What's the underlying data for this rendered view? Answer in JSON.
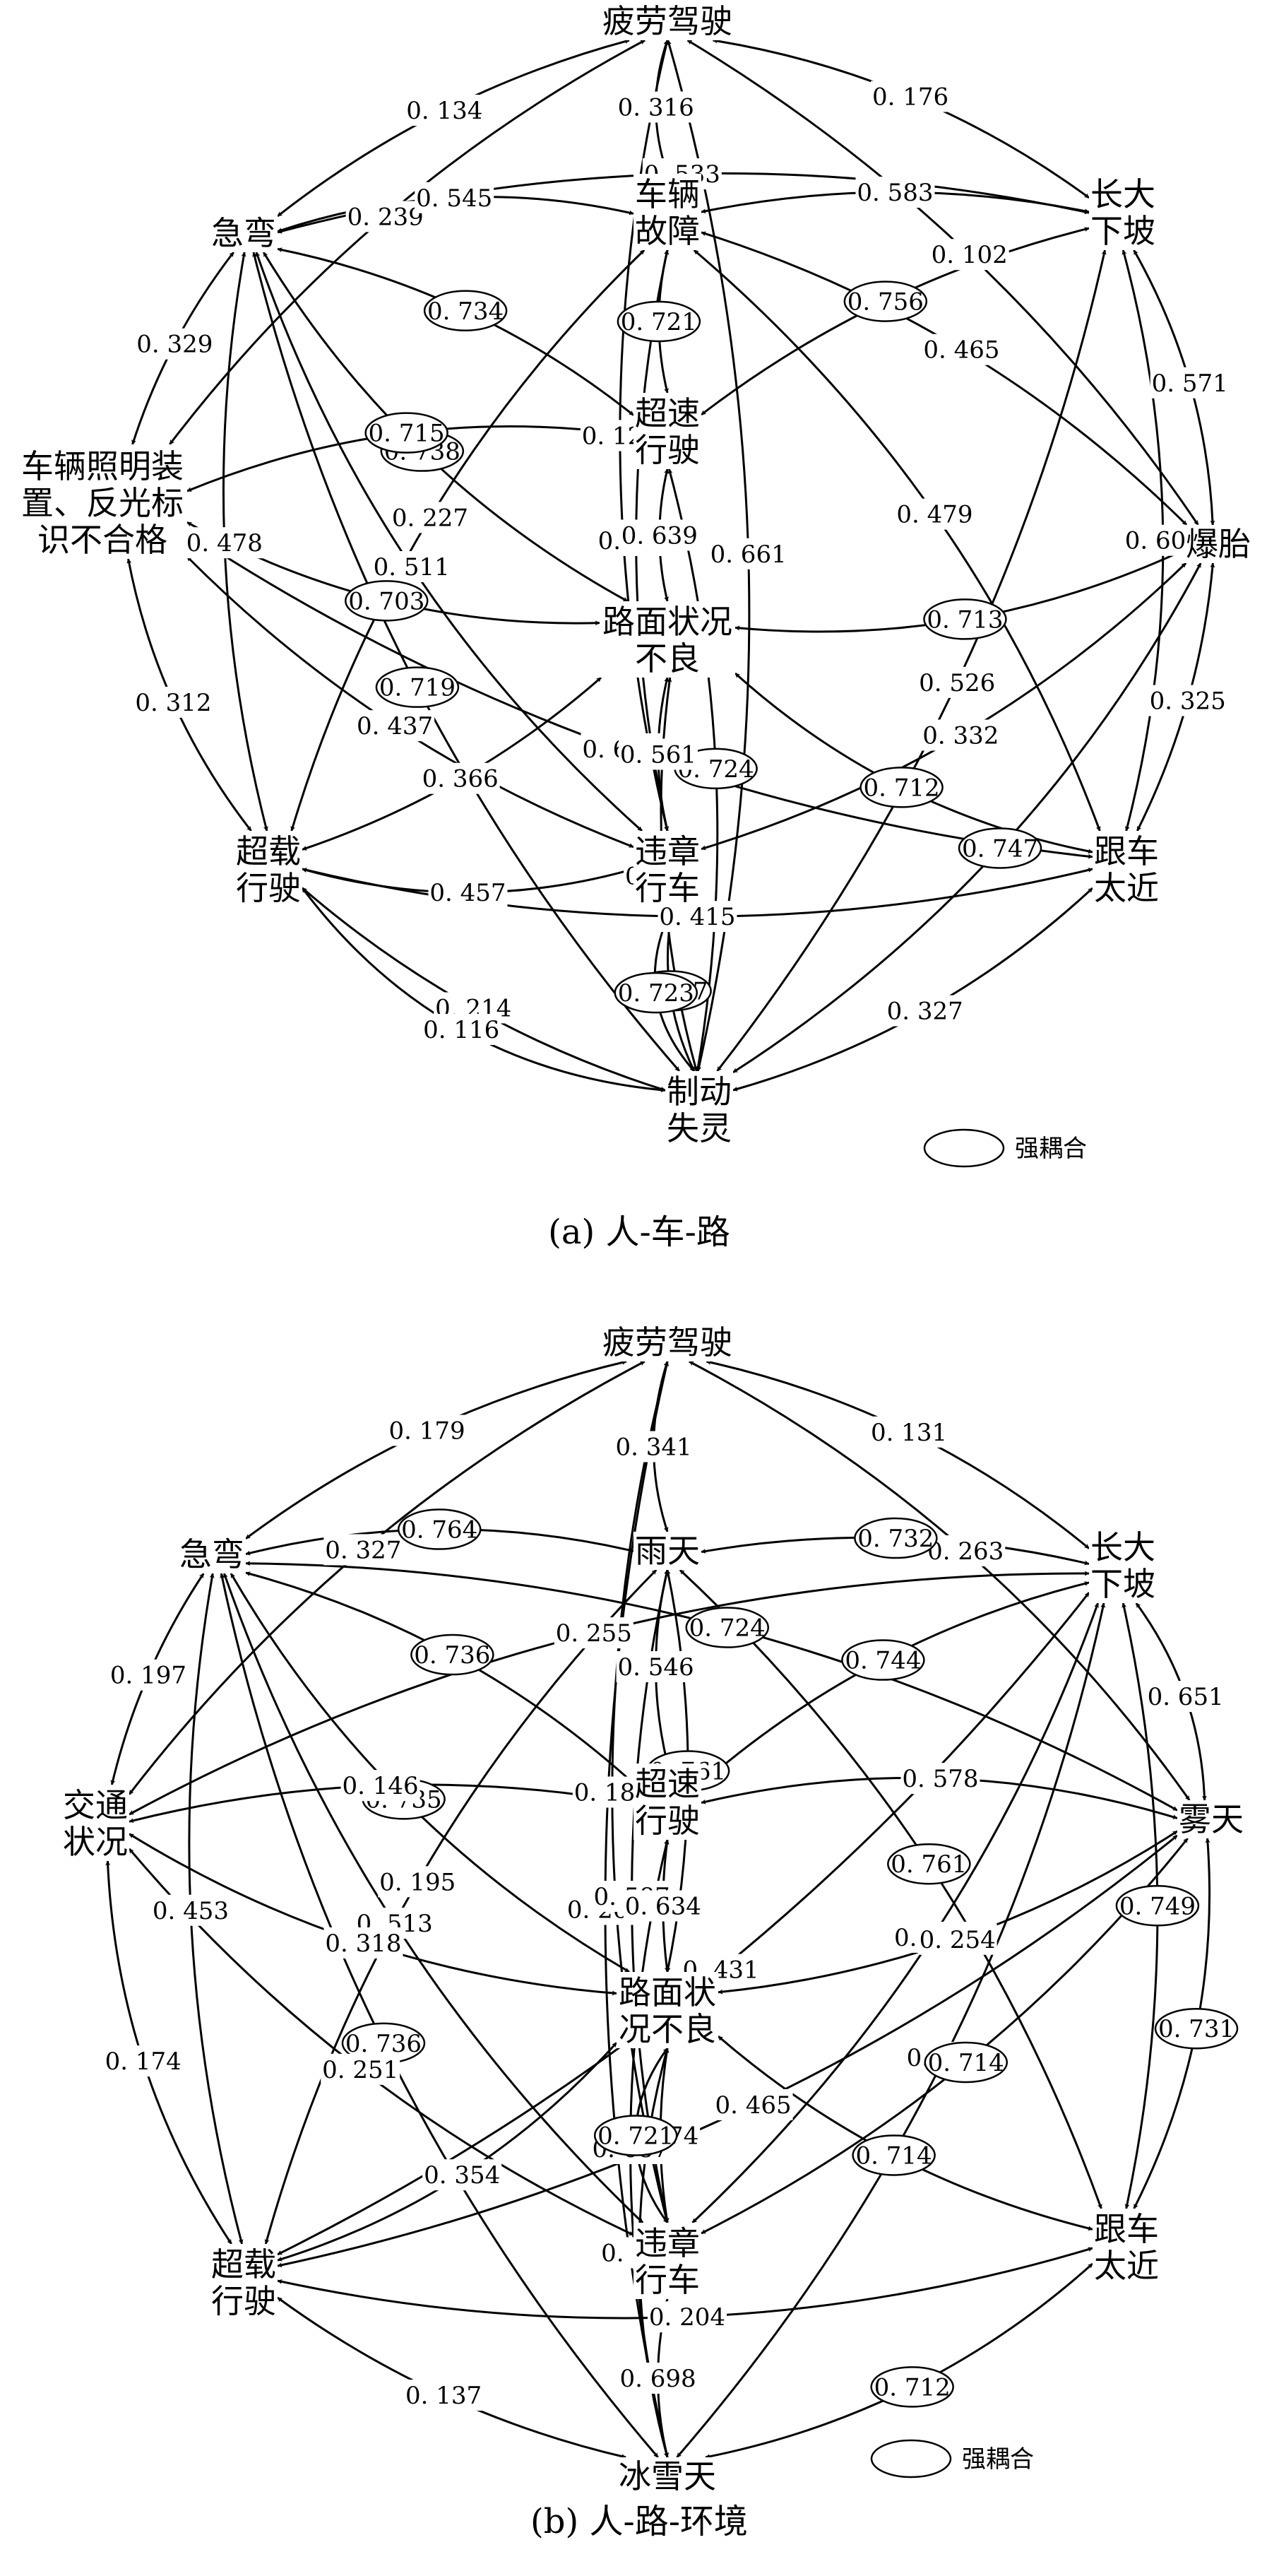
{
  "legend": {
    "label": "强耦合"
  },
  "diagrams": [
    {
      "caption": "(a) 人-车-路",
      "nodes": {
        "fatigue": [
          "疲劳驾驶"
        ],
        "curve": [
          "急弯"
        ],
        "vfault": [
          "车辆",
          "故障"
        ],
        "slope": [
          "长大",
          "下坡"
        ],
        "light": [
          "车辆照明装",
          "置、反光标",
          "识不合格"
        ],
        "speed": [
          "超速",
          "行驶"
        ],
        "tire": [
          "爆胎"
        ],
        "road": [
          "路面状况",
          "不良"
        ],
        "over": [
          "超载",
          "行驶"
        ],
        "viol": [
          "违章",
          "行车"
        ],
        "close": [
          "跟车",
          "太近"
        ],
        "brake": [
          "制动",
          "失灵"
        ]
      },
      "edges": [
        {
          "a": "fatigue",
          "b": "curve",
          "v": "0. 134",
          "strong": false
        },
        {
          "a": "fatigue",
          "b": "slope",
          "v": "0. 176",
          "strong": false
        },
        {
          "a": "fatigue",
          "b": "vfault",
          "v": "0. 316",
          "strong": false
        },
        {
          "a": "fatigue",
          "b": "light",
          "v": "0. 239",
          "strong": false
        },
        {
          "a": "fatigue",
          "b": "viol",
          "v": "0. 129",
          "strong": false
        },
        {
          "a": "fatigue",
          "b": "brake",
          "v": "0. 661",
          "strong": false
        },
        {
          "a": "fatigue",
          "b": "tire",
          "v": "0. 102",
          "strong": false
        },
        {
          "a": "curve",
          "b": "slope",
          "v": "0. 533",
          "strong": false
        },
        {
          "a": "curve",
          "b": "vfault",
          "v": "0. 545",
          "strong": false
        },
        {
          "a": "curve",
          "b": "light",
          "v": "0. 329",
          "strong": false
        },
        {
          "a": "curve",
          "b": "speed",
          "v": "0. 734",
          "strong": true
        },
        {
          "a": "curve",
          "b": "road",
          "v": "0. 738",
          "strong": true
        },
        {
          "a": "curve",
          "b": "over",
          "v": "0. 478",
          "strong": false
        },
        {
          "a": "curve",
          "b": "brake",
          "v": "0. 719",
          "strong": true
        },
        {
          "a": "curve",
          "b": "viol",
          "v": "0. 511",
          "strong": false
        },
        {
          "a": "vfault",
          "b": "slope",
          "v": "0. 583",
          "strong": false
        },
        {
          "a": "vfault",
          "b": "speed",
          "v": "0. 721",
          "strong": true
        },
        {
          "a": "vfault",
          "b": "over",
          "v": "0. 227",
          "strong": false
        },
        {
          "a": "vfault",
          "b": "viol",
          "v": "0. 665",
          "strong": false
        },
        {
          "a": "vfault",
          "b": "tire",
          "v": "0. 465",
          "strong": false
        },
        {
          "a": "vfault",
          "b": "close",
          "v": "0. 479",
          "strong": false
        },
        {
          "a": "speed",
          "b": "slope",
          "v": "0. 756",
          "strong": true
        },
        {
          "a": "speed",
          "b": "road",
          "v": "0. 639",
          "strong": false
        },
        {
          "a": "speed",
          "b": "light",
          "v": "0. 715",
          "strong": true
        },
        {
          "a": "speed",
          "b": "brake",
          "v": "0. 724",
          "strong": true
        },
        {
          "a": "slope",
          "b": "tire",
          "v": "0. 571",
          "strong": false
        },
        {
          "a": "slope",
          "b": "close",
          "v": "0. 602",
          "strong": false
        },
        {
          "a": "slope",
          "b": "brake",
          "v": "0. 526",
          "strong": false
        },
        {
          "a": "light",
          "b": "over",
          "v": "0. 312",
          "strong": false
        },
        {
          "a": "light",
          "b": "road",
          "v": "0. 703",
          "strong": true
        },
        {
          "a": "light",
          "b": "viol",
          "v": "0. 437",
          "strong": false
        },
        {
          "a": "light",
          "b": "close",
          "v": "0. 681",
          "strong": false
        },
        {
          "a": "tire",
          "b": "road",
          "v": "0. 713",
          "strong": true
        },
        {
          "a": "tire",
          "b": "close",
          "v": "0. 325",
          "strong": false
        },
        {
          "a": "tire",
          "b": "viol",
          "v": "0. 332",
          "strong": false
        },
        {
          "a": "tire",
          "b": "brake",
          "v": "0. 747",
          "strong": true
        },
        {
          "a": "road",
          "b": "over",
          "v": "0. 366",
          "strong": false
        },
        {
          "a": "road",
          "b": "viol",
          "v": "0. 561",
          "strong": false
        },
        {
          "a": "road",
          "b": "close",
          "v": "0. 712",
          "strong": true
        },
        {
          "a": "road",
          "b": "brake",
          "v": "0. 231",
          "strong": false
        },
        {
          "a": "over",
          "b": "close",
          "v": "0. 415",
          "strong": false
        },
        {
          "a": "over",
          "b": "viol",
          "v": "0. 457",
          "strong": false
        },
        {
          "a": "over",
          "b": "brake",
          "v": "0. 214",
          "strong": false
        },
        {
          "a": "over",
          "b": "brake",
          "v": "0. 116",
          "strong": false
        },
        {
          "a": "viol",
          "b": "brake",
          "v": "0. 717",
          "strong": true
        },
        {
          "a": "viol",
          "b": "brake",
          "v": "0. 723",
          "strong": true
        },
        {
          "a": "close",
          "b": "brake",
          "v": "0. 327",
          "strong": false
        }
      ]
    },
    {
      "caption": "(b) 人-路-环境",
      "nodes": {
        "fatigue": [
          "疲劳驾驶"
        ],
        "curve": [
          "急弯"
        ],
        "rain": [
          "雨天"
        ],
        "slope": [
          "长大",
          "下坡"
        ],
        "traffic": [
          "交通",
          "状况"
        ],
        "speed": [
          "超速",
          "行驶"
        ],
        "fog": [
          "雾天"
        ],
        "road": [
          "路面状",
          "况不良"
        ],
        "over": [
          "超载",
          "行驶"
        ],
        "viol": [
          "违章",
          "行车"
        ],
        "close": [
          "跟车",
          "太近"
        ],
        "ice": [
          "冰雪天"
        ]
      },
      "edges": [
        {
          "a": "fatigue",
          "b": "curve",
          "v": "0. 179",
          "strong": false
        },
        {
          "a": "fatigue",
          "b": "slope",
          "v": "0. 131",
          "strong": false
        },
        {
          "a": "fatigue",
          "b": "rain",
          "v": "0. 341",
          "strong": false
        },
        {
          "a": "fatigue",
          "b": "traffic",
          "v": "0. 327",
          "strong": false
        },
        {
          "a": "fatigue",
          "b": "fog",
          "v": "0. 263",
          "strong": false
        },
        {
          "a": "fatigue",
          "b": "viol",
          "v": "0. 187",
          "strong": false
        },
        {
          "a": "fatigue",
          "b": "ice",
          "v": "0. 266",
          "strong": false
        },
        {
          "a": "curve",
          "b": "rain",
          "v": "0. 764",
          "strong": true
        },
        {
          "a": "curve",
          "b": "fog",
          "v": "0. 724",
          "strong": true
        },
        {
          "a": "curve",
          "b": "traffic",
          "v": "0. 197",
          "strong": false
        },
        {
          "a": "curve",
          "b": "speed",
          "v": "0. 736",
          "strong": true
        },
        {
          "a": "curve",
          "b": "road",
          "v": "0. 735",
          "strong": true
        },
        {
          "a": "curve",
          "b": "over",
          "v": "0. 453",
          "strong": false
        },
        {
          "a": "curve",
          "b": "viol",
          "v": "0. 513",
          "strong": false
        },
        {
          "a": "curve",
          "b": "ice",
          "v": "0. 736",
          "strong": true
        },
        {
          "a": "rain",
          "b": "slope",
          "v": "0. 732",
          "strong": true
        },
        {
          "a": "rain",
          "b": "speed",
          "v": "0. 546",
          "strong": false
        },
        {
          "a": "rain",
          "b": "over",
          "v": "0. 195",
          "strong": false
        },
        {
          "a": "rain",
          "b": "viol",
          "v": "0. 587",
          "strong": false
        },
        {
          "a": "rain",
          "b": "close",
          "v": "0. 761",
          "strong": true
        },
        {
          "a": "traffic",
          "b": "slope",
          "v": "0. 255",
          "strong": false
        },
        {
          "a": "traffic",
          "b": "speed",
          "v": "0. 146",
          "strong": false
        },
        {
          "a": "traffic",
          "b": "road",
          "v": "0. 318",
          "strong": false
        },
        {
          "a": "traffic",
          "b": "over",
          "v": "0. 174",
          "strong": false
        },
        {
          "a": "traffic",
          "b": "viol",
          "v": "0. 251",
          "strong": false
        },
        {
          "a": "speed",
          "b": "slope",
          "v": "0. 744",
          "strong": true
        },
        {
          "a": "speed",
          "b": "fog",
          "v": "0. 578",
          "strong": false
        },
        {
          "a": "speed",
          "b": "road",
          "v": "0. 634",
          "strong": false
        },
        {
          "a": "speed",
          "b": "ice",
          "v": "0. 687",
          "strong": false
        },
        {
          "a": "slope",
          "b": "fog",
          "v": "0. 651",
          "strong": false
        },
        {
          "a": "slope",
          "b": "close",
          "v": "0. 749",
          "strong": true
        },
        {
          "a": "slope",
          "b": "viol",
          "v": "0. 594",
          "strong": false
        },
        {
          "a": "slope",
          "b": "ice",
          "v": "0. 699",
          "strong": false
        },
        {
          "a": "slope",
          "b": "over",
          "v": "0. 431",
          "strong": false
        },
        {
          "a": "fog",
          "b": "road",
          "v": "0. 254",
          "strong": false
        },
        {
          "a": "fog",
          "b": "close",
          "v": "0. 731",
          "strong": true
        },
        {
          "a": "fog",
          "b": "viol",
          "v": "0. 714",
          "strong": true
        },
        {
          "a": "fog",
          "b": "over",
          "v": "0. 465",
          "strong": false
        },
        {
          "a": "road",
          "b": "over",
          "v": "0. 354",
          "strong": false
        },
        {
          "a": "road",
          "b": "viol",
          "v": "0. 574",
          "strong": false
        },
        {
          "a": "road",
          "b": "close",
          "v": "0. 714",
          "strong": true
        },
        {
          "a": "road",
          "b": "ice",
          "v": "0. 509",
          "strong": false
        },
        {
          "a": "road",
          "b": "rain",
          "v": "0. 761",
          "strong": true
        },
        {
          "a": "road",
          "b": "viol",
          "v": "0. 721",
          "strong": true
        },
        {
          "a": "over",
          "b": "close",
          "v": "0. 204",
          "strong": false
        },
        {
          "a": "over",
          "b": "ice",
          "v": "0. 137",
          "strong": false
        },
        {
          "a": "viol",
          "b": "ice",
          "v": "0. 698",
          "strong": false
        },
        {
          "a": "close",
          "b": "ice",
          "v": "0. 712",
          "strong": true
        }
      ]
    }
  ]
}
